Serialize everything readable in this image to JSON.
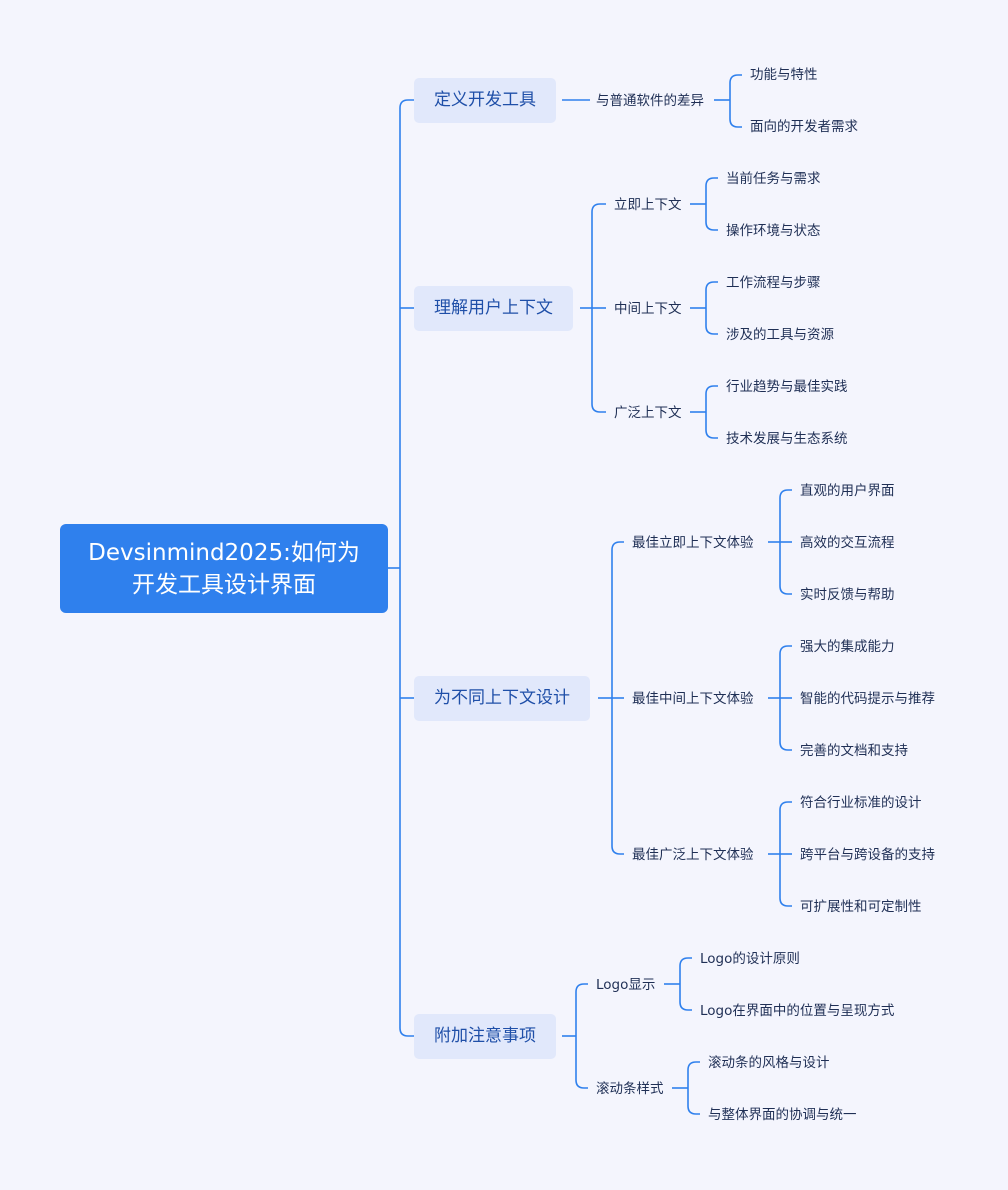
{
  "root": {
    "line1": "Devsinmind2025:如何为",
    "line2": "开发工具设计界面"
  },
  "branches": [
    {
      "label": "定义开发工具",
      "children": [
        {
          "label": "与普通软件的差异",
          "children": [
            "功能与特性",
            "面向的开发者需求"
          ]
        }
      ]
    },
    {
      "label": "理解用户上下文",
      "children": [
        {
          "label": "立即上下文",
          "children": [
            "当前任务与需求",
            "操作环境与状态"
          ]
        },
        {
          "label": "中间上下文",
          "children": [
            "工作流程与步骤",
            "涉及的工具与资源"
          ]
        },
        {
          "label": "广泛上下文",
          "children": [
            "行业趋势与最佳实践",
            "技术发展与生态系统"
          ]
        }
      ]
    },
    {
      "label": "为不同上下文设计",
      "children": [
        {
          "label": "最佳立即上下文体验",
          "children": [
            "直观的用户界面",
            "高效的交互流程",
            "实时反馈与帮助"
          ]
        },
        {
          "label": "最佳中间上下文体验",
          "children": [
            "强大的集成能力",
            "智能的代码提示与推荐",
            "完善的文档和支持"
          ]
        },
        {
          "label": "最佳广泛上下文体验",
          "children": [
            "符合行业标准的设计",
            "跨平台与跨设备的支持",
            "可扩展性和可定制性"
          ]
        }
      ]
    },
    {
      "label": "附加注意事项",
      "children": [
        {
          "label": "Logo显示",
          "children": [
            "Logo的设计原则",
            "Logo在界面中的位置与呈现方式"
          ]
        },
        {
          "label": "滚动条样式",
          "children": [
            "滚动条的风格与设计",
            "与整体界面的协调与统一"
          ]
        }
      ]
    }
  ],
  "colors": {
    "line": "#2f80ed",
    "root_bg": "#2f80ed",
    "branch_bg": "#e1e8fb",
    "branch_text": "#1f4fa8",
    "leaf_text": "#1f2f55",
    "background": "#f4f5fd"
  }
}
